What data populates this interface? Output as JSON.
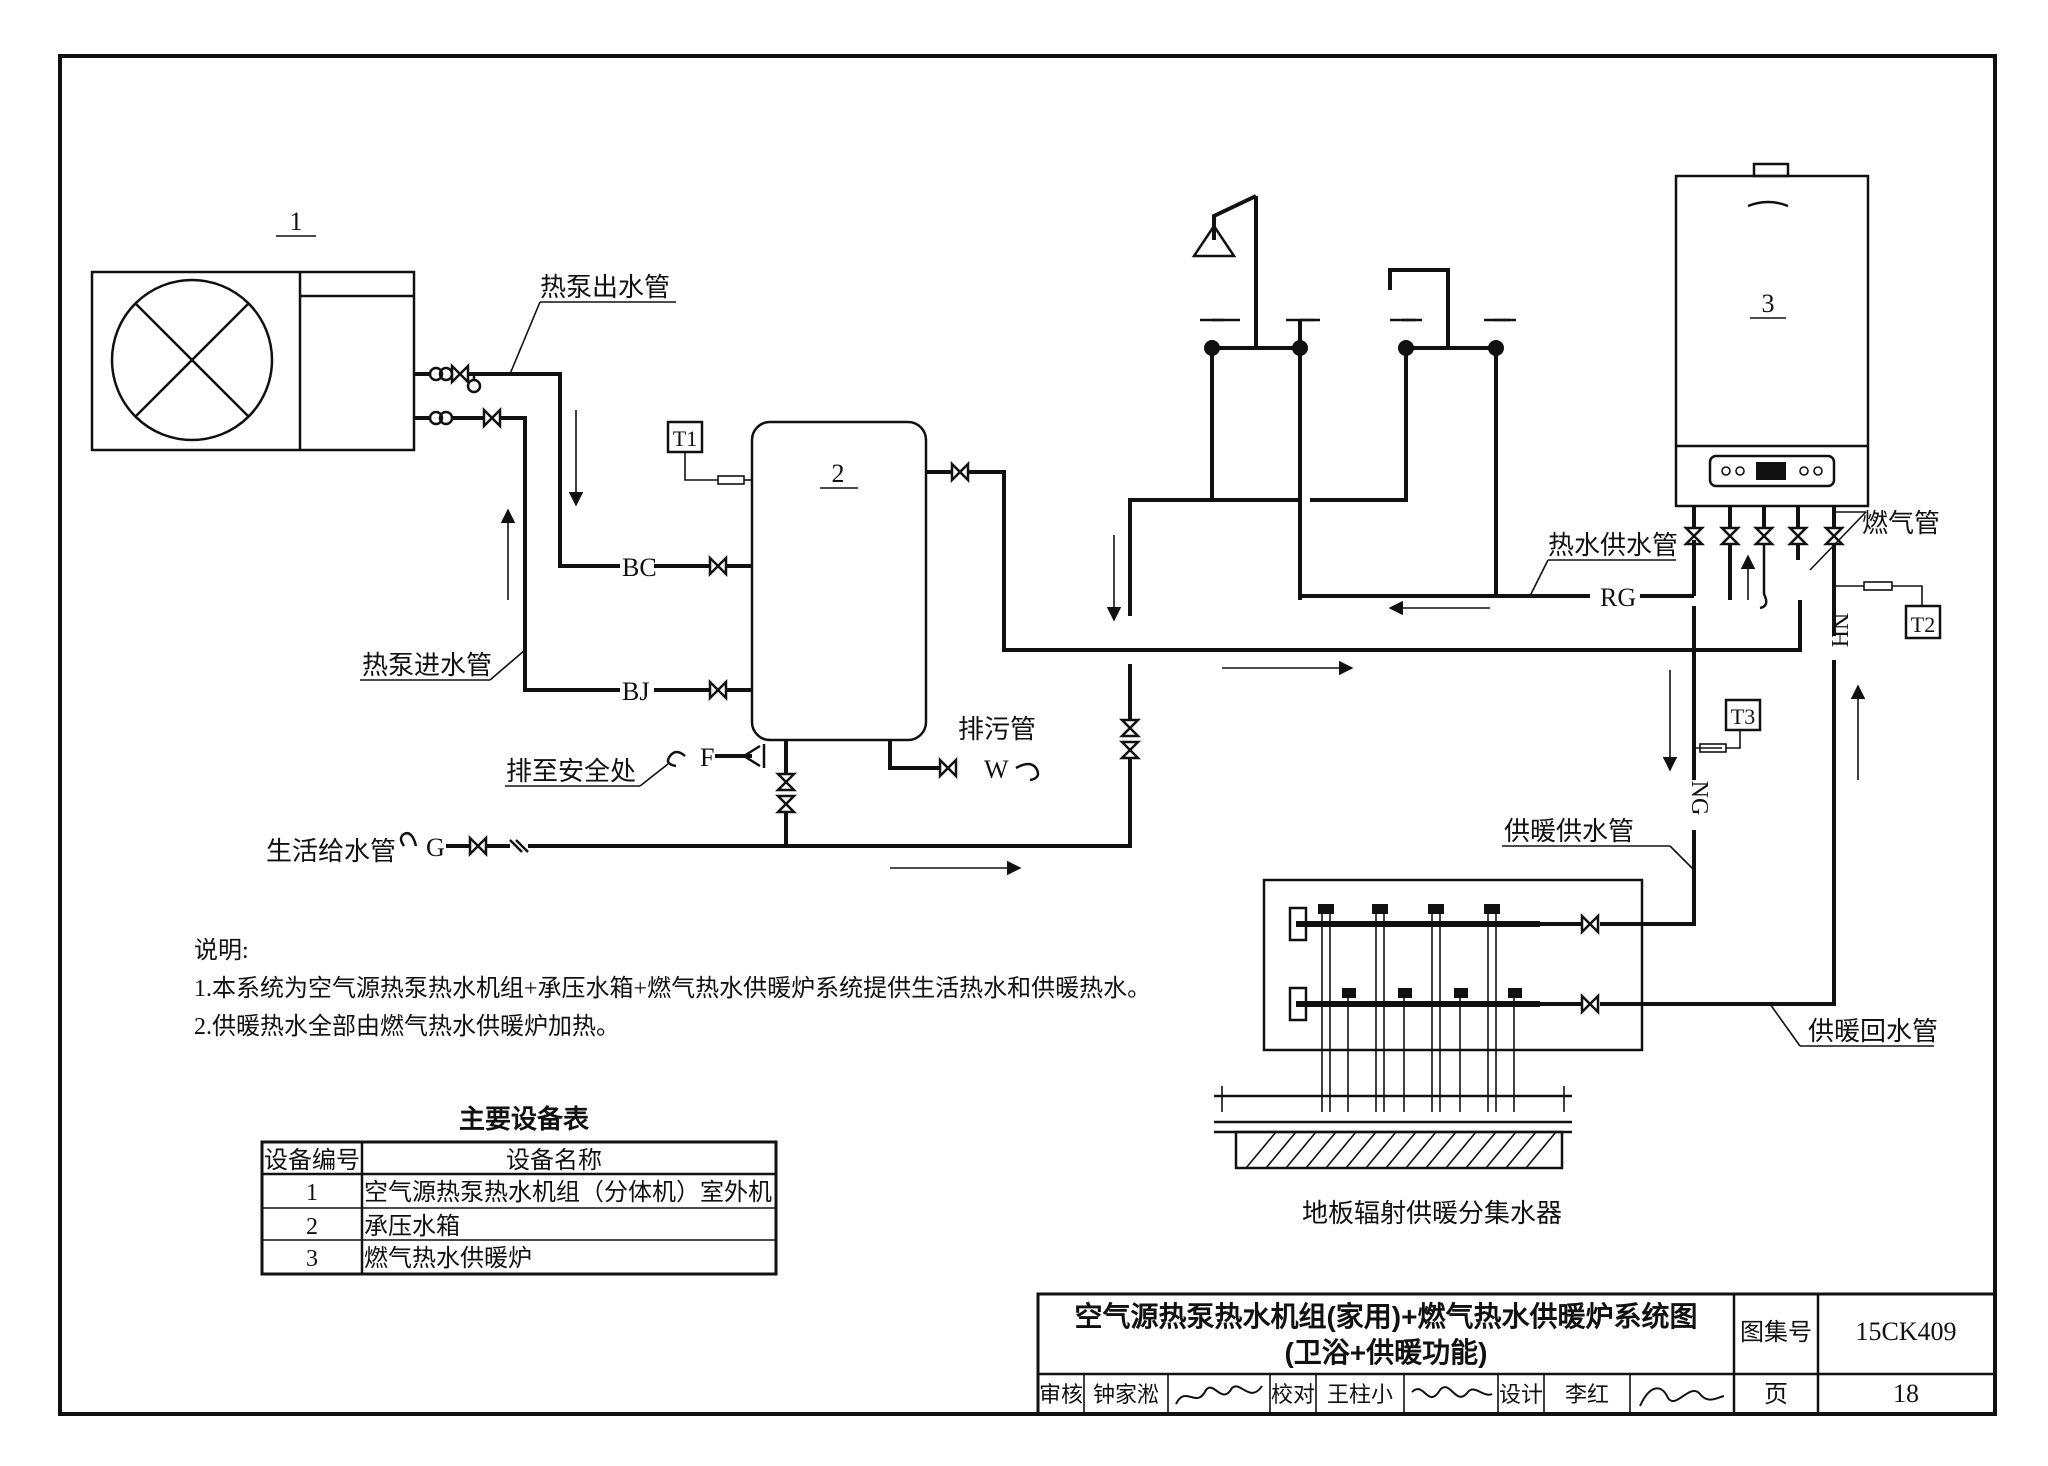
{
  "components": {
    "heat_pump_number": "1",
    "tank_number": "2",
    "boiler_number": "3"
  },
  "pipe_labels": {
    "heat_pump_outlet": "热泵出水管",
    "heat_pump_inlet": "热泵进水管",
    "drain_safe": "排至安全处",
    "sewage": "排污管",
    "domestic_supply": "生活给水管",
    "hot_water_supply": "热水供水管",
    "gas": "燃气管",
    "heating_supply": "供暖供水管",
    "heating_return": "供暖回水管"
  },
  "codes": {
    "BC": "BC",
    "BJ": "BJ",
    "F": "F",
    "W": "W",
    "G": "G",
    "RG": "RG",
    "NG": "NG",
    "NH": "NH",
    "T1": "T1",
    "T2": "T2",
    "T3": "T3"
  },
  "manifold_caption": "地板辐射供暖分集水器",
  "notes": {
    "heading": "说明:",
    "lines": [
      "1.本系统为空气源热泵热水机组+承压水箱+燃气热水供暖炉系统提供生活热水和供暖热水。",
      "2.供暖热水全部由燃气热水供暖炉加热。"
    ]
  },
  "equipment_table": {
    "title": "主要设备表",
    "headers": [
      "设备编号",
      "设备名称"
    ],
    "rows": [
      [
        "1",
        "空气源热泵热水机组（分体机）室外机"
      ],
      [
        "2",
        "承压水箱"
      ],
      [
        "3",
        "燃气热水供暖炉"
      ]
    ]
  },
  "title_block": {
    "title_line1": "空气源热泵热水机组(家用)+燃气热水供暖炉系统图",
    "title_line2": "(卫浴+供暖功能)",
    "atlas_label": "图集号",
    "atlas_number": "15CK409",
    "reviewer_label": "审核",
    "reviewer": "钟家淞",
    "checker_label": "校对",
    "checker": "王柱小",
    "designer_label": "设计",
    "designer": "李红",
    "page_label": "页",
    "page_number": "18"
  }
}
